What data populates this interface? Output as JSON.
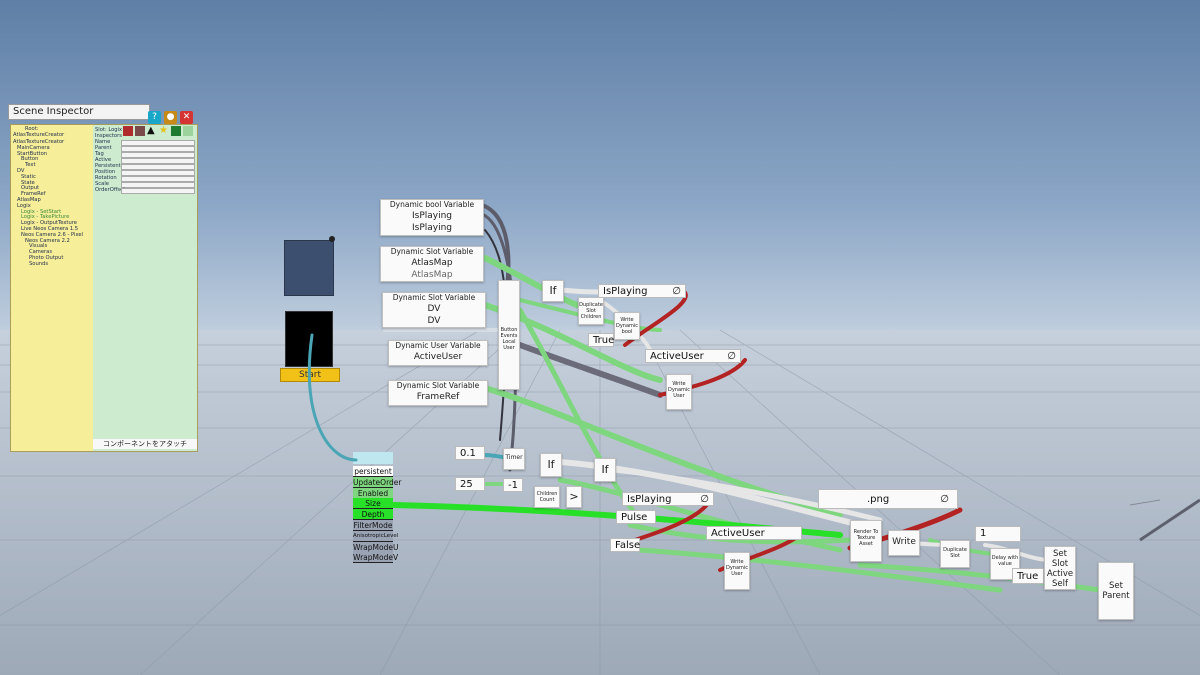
{
  "inspector": {
    "title": "Scene Inspector",
    "root_label": "Root:",
    "root_name": "AtlasTextureCreator",
    "slot_label": "Slot: Logix",
    "slot_sub": "Inspectors",
    "attach_button": "コンポーネントをアタッチ",
    "tree": [
      "AtlasTextureCreator",
      "MainCamera",
      "StartButton",
      "Button",
      "Text",
      "DV",
      "Static",
      "State",
      "Output",
      "FrameRef",
      "AtlasMap",
      "Logix",
      "Logix - SetStart",
      "Logix - TakePicture",
      "Logix - OutputTexture",
      "Live Neos Camera 1.5",
      "Neos Camera 2.6 - Pixel",
      "Neos Camera 2.2",
      "Visuals",
      "Cameras",
      "Photo Output",
      "Sounds"
    ],
    "prop_labels": [
      "Name",
      "Parent",
      "Tag",
      "Active",
      "Persistent",
      "Position",
      "Rotation",
      "Scale",
      "OrderOffset"
    ]
  },
  "panel": {
    "start_label": "Start"
  },
  "texture_fields": [
    "persistent",
    "UpdateOrder",
    "Enabled",
    "Size",
    "Depth",
    "FilterMode",
    "AnisotropicLevel",
    "WrapModeU",
    "WrapModeV"
  ],
  "nodes": {
    "dv_bool": {
      "title": "Dynamic bool Variable",
      "name": "IsPlaying",
      "value": "IsPlaying"
    },
    "dv_atlas": {
      "title": "Dynamic Slot Variable",
      "name": "AtlasMap",
      "value": "AtlasMap"
    },
    "dv_dv": {
      "title": "Dynamic Slot Variable",
      "name": "DV",
      "value": "DV"
    },
    "dv_user": {
      "title": "Dynamic User Variable",
      "name": "ActiveUser"
    },
    "dv_frame": {
      "title": "Dynamic Slot Variable",
      "name": "FrameRef"
    },
    "button_events": {
      "title": "Button Events",
      "sub": "Local User"
    },
    "if1": {
      "label": "If"
    },
    "if2": {
      "label": "If"
    },
    "if3": {
      "label": "If"
    },
    "isplaying_ref1": {
      "label": "IsPlaying",
      "null": "∅"
    },
    "isplaying_ref2": {
      "label": "IsPlaying",
      "null": "∅"
    },
    "activeuser_ref1": {
      "label": "ActiveUser",
      "null": "∅"
    },
    "activeuser_ref2": {
      "label": "ActiveUser"
    },
    "true1": {
      "label": "True"
    },
    "true2": {
      "label": "True"
    },
    "false1": {
      "label": "False"
    },
    "pulse": {
      "label": "Pulse"
    },
    "timer_val": {
      "label": "0.1"
    },
    "timer": {
      "label": "Timer"
    },
    "num25": {
      "label": "25"
    },
    "neg1": {
      "label": "-1"
    },
    "gt": {
      "label": ">"
    },
    "child_count": {
      "label": "Children Count"
    },
    "duplicate_children": {
      "label": "Duplicate Slot Children"
    },
    "write_bool": {
      "label": "Write Dynamic bool"
    },
    "write_user1": {
      "label": "Write Dynamic User"
    },
    "write_user2": {
      "label": "Write Dynamic User"
    },
    "png": {
      "label": ".png",
      "null": "∅"
    },
    "render_asset": {
      "label": "Render To Texture Asset"
    },
    "write": {
      "label": "Write"
    },
    "duplicate_slot": {
      "label": "Duplicate Slot"
    },
    "one": {
      "label": "1"
    },
    "delay": {
      "label": "Delay with value"
    },
    "set_active": {
      "label": "Set Slot Active Self"
    },
    "set_parent": {
      "label": "Set Parent"
    }
  },
  "colors": {
    "green_wire": "#7ed67e",
    "bright_green": "#28e028",
    "gray_wire": "#6b6b7a",
    "red_wire": "#b42323",
    "white_wire": "#e6e6e6",
    "teal_wire": "#4aa5b5"
  }
}
